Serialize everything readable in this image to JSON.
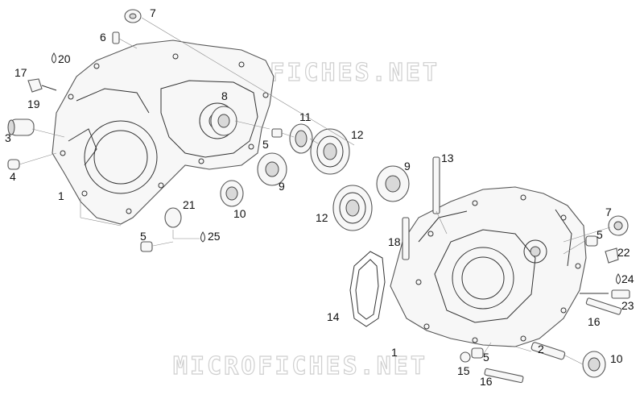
{
  "watermark": {
    "top": "MICROFICHES.NET",
    "bottom": "MICROFICHES.NET"
  },
  "callouts": [
    {
      "id": "c-7a",
      "text": "7"
    },
    {
      "id": "c-6",
      "text": "6"
    },
    {
      "id": "c-20",
      "text": "20"
    },
    {
      "id": "c-17",
      "text": "17"
    },
    {
      "id": "c-19",
      "text": "19"
    },
    {
      "id": "c-3",
      "text": "3"
    },
    {
      "id": "c-4",
      "text": "4"
    },
    {
      "id": "c-1a",
      "text": "1"
    },
    {
      "id": "c-8",
      "text": "8"
    },
    {
      "id": "c-11",
      "text": "11"
    },
    {
      "id": "c-12a",
      "text": "12"
    },
    {
      "id": "c-5a",
      "text": "5"
    },
    {
      "id": "c-9a",
      "text": "9"
    },
    {
      "id": "c-10a",
      "text": "10"
    },
    {
      "id": "c-21",
      "text": "21"
    },
    {
      "id": "c-25",
      "text": "25"
    },
    {
      "id": "c-5b",
      "text": "5"
    },
    {
      "id": "c-13",
      "text": "13"
    },
    {
      "id": "c-9b",
      "text": "9"
    },
    {
      "id": "c-12b",
      "text": "12"
    },
    {
      "id": "c-18",
      "text": "18"
    },
    {
      "id": "c-7b",
      "text": "7"
    },
    {
      "id": "c-5c",
      "text": "5"
    },
    {
      "id": "c-22",
      "text": "22"
    },
    {
      "id": "c-24",
      "text": "24"
    },
    {
      "id": "c-23",
      "text": "23"
    },
    {
      "id": "c-14",
      "text": "14"
    },
    {
      "id": "c-16a",
      "text": "16"
    },
    {
      "id": "c-1b",
      "text": "1"
    },
    {
      "id": "c-5d",
      "text": "5"
    },
    {
      "id": "c-15",
      "text": "15"
    },
    {
      "id": "c-2",
      "text": "2"
    },
    {
      "id": "c-10b",
      "text": "10"
    },
    {
      "id": "c-16b",
      "text": "16"
    }
  ]
}
